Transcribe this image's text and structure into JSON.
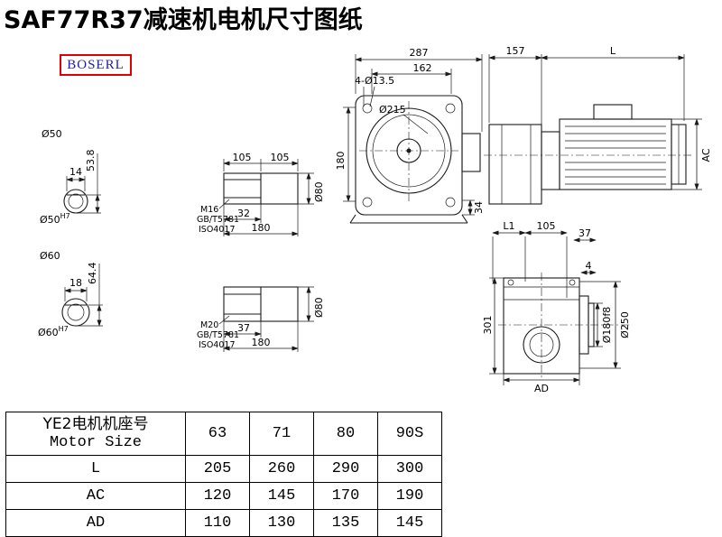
{
  "title": "SAF77R37减速机电机尺寸图纸",
  "logo": {
    "text": "BOSERL"
  },
  "colors": {
    "line": "#1a1a1a",
    "logo_border": "#dd0000",
    "logo_text": "#1f1f9f",
    "background": "#ffffff"
  },
  "views": {
    "shaft50": {
      "dia": "Ø50",
      "key_width": "14",
      "height": "53.8",
      "fit_dia": "Ø50",
      "fit_tol": "H7"
    },
    "shaft60": {
      "dia": "Ø60",
      "key_width": "18",
      "height": "64.4",
      "fit_dia": "Ø60",
      "fit_tol": "H7"
    },
    "shaft_side_top": {
      "seg1": "105",
      "seg2": "105",
      "key_len": "32",
      "total_len": "180",
      "dia": "Ø80",
      "thread": "M16",
      "std1": "GB/T5781",
      "std2": "ISO4017"
    },
    "shaft_side_bottom": {
      "key_len": "37",
      "total_len": "180",
      "dia": "Ø80",
      "thread": "M20",
      "std1": "GB/T5781",
      "std2": "ISO4017"
    },
    "front": {
      "overall_width": "287",
      "flange_width": "162",
      "holes": "4-Ø13.5",
      "flange_dia": "Ø215",
      "height": "180",
      "foot": "34"
    },
    "side": {
      "reducer_len": "157",
      "motor_len": "L",
      "motor_height": "AC"
    },
    "output": {
      "l1": "L1",
      "d105": "105",
      "d37": "37",
      "d4": "4",
      "height": "301",
      "dia180": "Ø180f8",
      "dia250": "Ø250",
      "ad": "AD"
    }
  },
  "table": {
    "header_cn": "YE2电机机座号",
    "header_en": "Motor Size",
    "sizes": [
      "63",
      "71",
      "80",
      "90S"
    ],
    "rows": [
      {
        "label": "L",
        "values": [
          "205",
          "260",
          "290",
          "300"
        ]
      },
      {
        "label": "AC",
        "values": [
          "120",
          "145",
          "170",
          "190"
        ]
      },
      {
        "label": "AD",
        "values": [
          "110",
          "130",
          "135",
          "145"
        ]
      }
    ]
  }
}
